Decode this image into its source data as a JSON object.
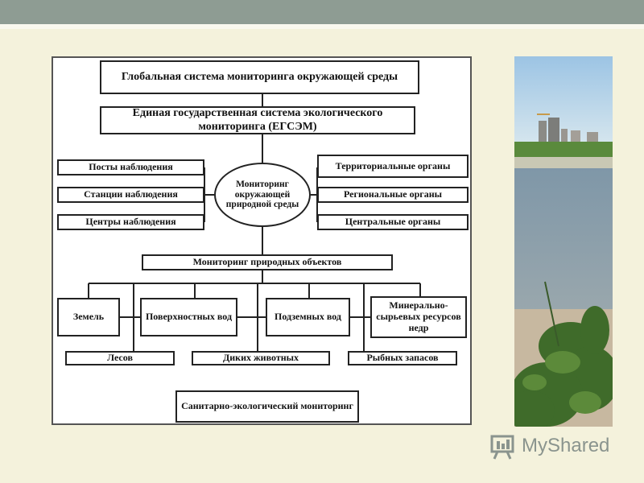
{
  "diagram": {
    "global_system": "Глобальная система мониторинга окружающей среды",
    "state_system": "Единая государственная система экологического мониторинга (ЕГСЭМ)",
    "center": "Мониторинг окружающей природной среды",
    "left": [
      "Посты наблюдения",
      "Станции наблюдения",
      "Центры наблюдения"
    ],
    "right": [
      "Территориальные органы",
      "Региональные органы",
      "Центральные органы"
    ],
    "natural_objects": "Мониторинг природных объектов",
    "objects_top": [
      "Земель",
      "Поверхностных вод",
      "Подземных вод",
      "Минерально-сырьевых ресурсов недр"
    ],
    "objects_bottom": [
      "Лесов",
      "Диких животных",
      "Рыбных запасов"
    ],
    "sanitary": "Санитарно-экологический мониторинг"
  },
  "logo": {
    "text": "MyShared"
  }
}
